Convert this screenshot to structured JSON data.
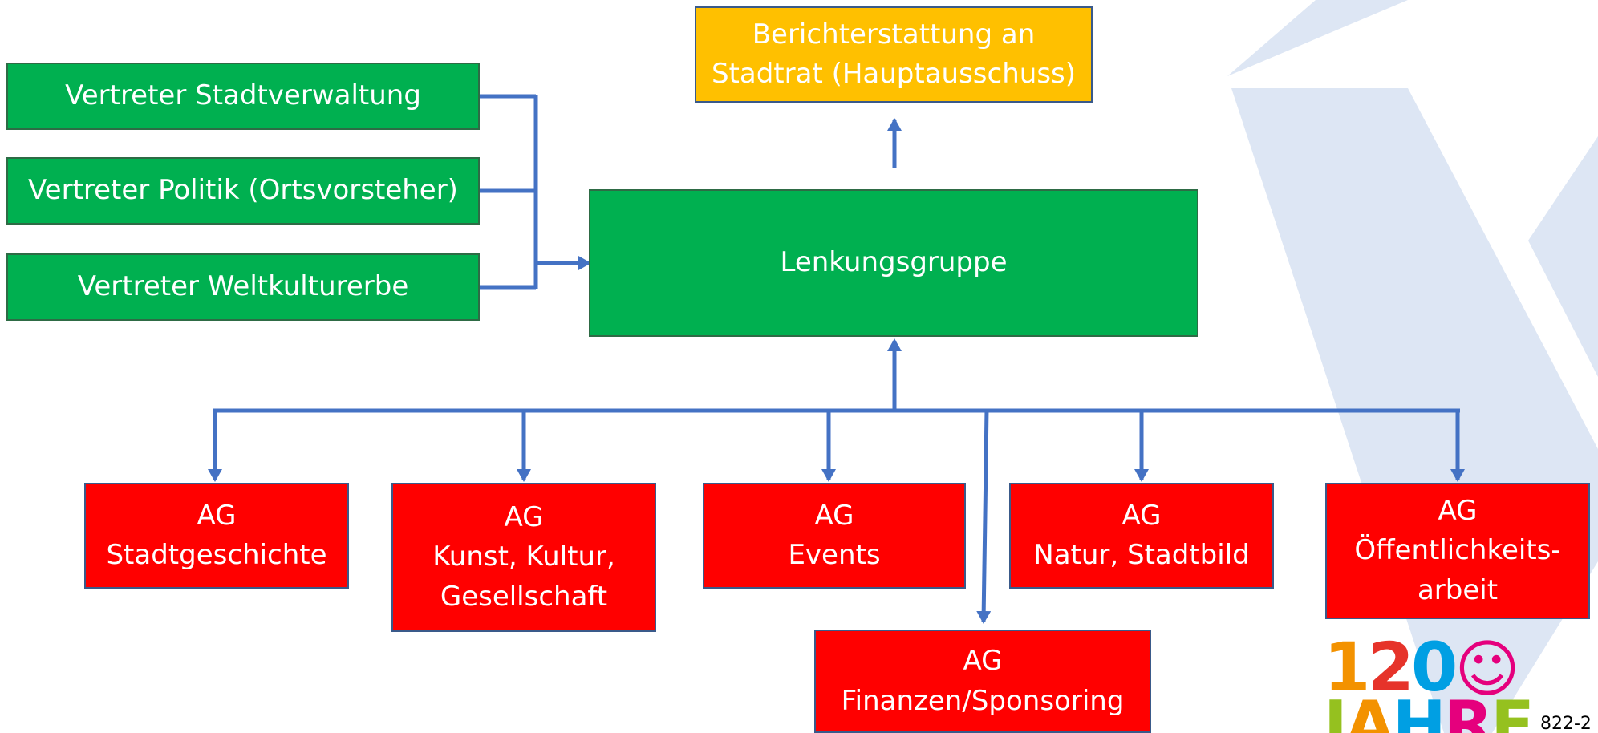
{
  "colors": {
    "green": "#00b050",
    "red": "#ff0000",
    "yellow": "#ffc000",
    "connector": "#4472c4",
    "background_shape": "#dde6f4"
  },
  "report_box": {
    "text": "Berichterstattung an\nStadtrat (Hauptausschuss)"
  },
  "representatives": [
    {
      "text": "Vertreter Stadtverwaltung"
    },
    {
      "text": "Vertreter Politik (Ortsvorsteher)"
    },
    {
      "text": "Vertreter Weltkulturerbe"
    }
  ],
  "steering_group": {
    "text": "Lenkungsgruppe"
  },
  "working_groups": [
    {
      "text": "AG\nStadtgeschichte"
    },
    {
      "text": "AG\nKunst, Kultur,\nGesellschaft"
    },
    {
      "text": "AG\nEvents"
    },
    {
      "text": "AG\nFinanzen/Sponsoring"
    },
    {
      "text": "AG\nNatur, Stadtbild"
    },
    {
      "text": "AG\nÖffentlichkeits-\narbeit"
    }
  ],
  "logo": {
    "digits": [
      "1",
      "2",
      "0"
    ],
    "smiley": "☺",
    "word_letters": [
      "J",
      "A",
      "H",
      "R",
      "E"
    ],
    "year_fragment": "822-2",
    "digit_colors": [
      "#f39200",
      "#e6332a",
      "#009fe3",
      "#e5007d"
    ],
    "letter_colors": [
      "#95c11f",
      "#f39200",
      "#009fe3",
      "#e5007d",
      "#95c11f"
    ]
  }
}
